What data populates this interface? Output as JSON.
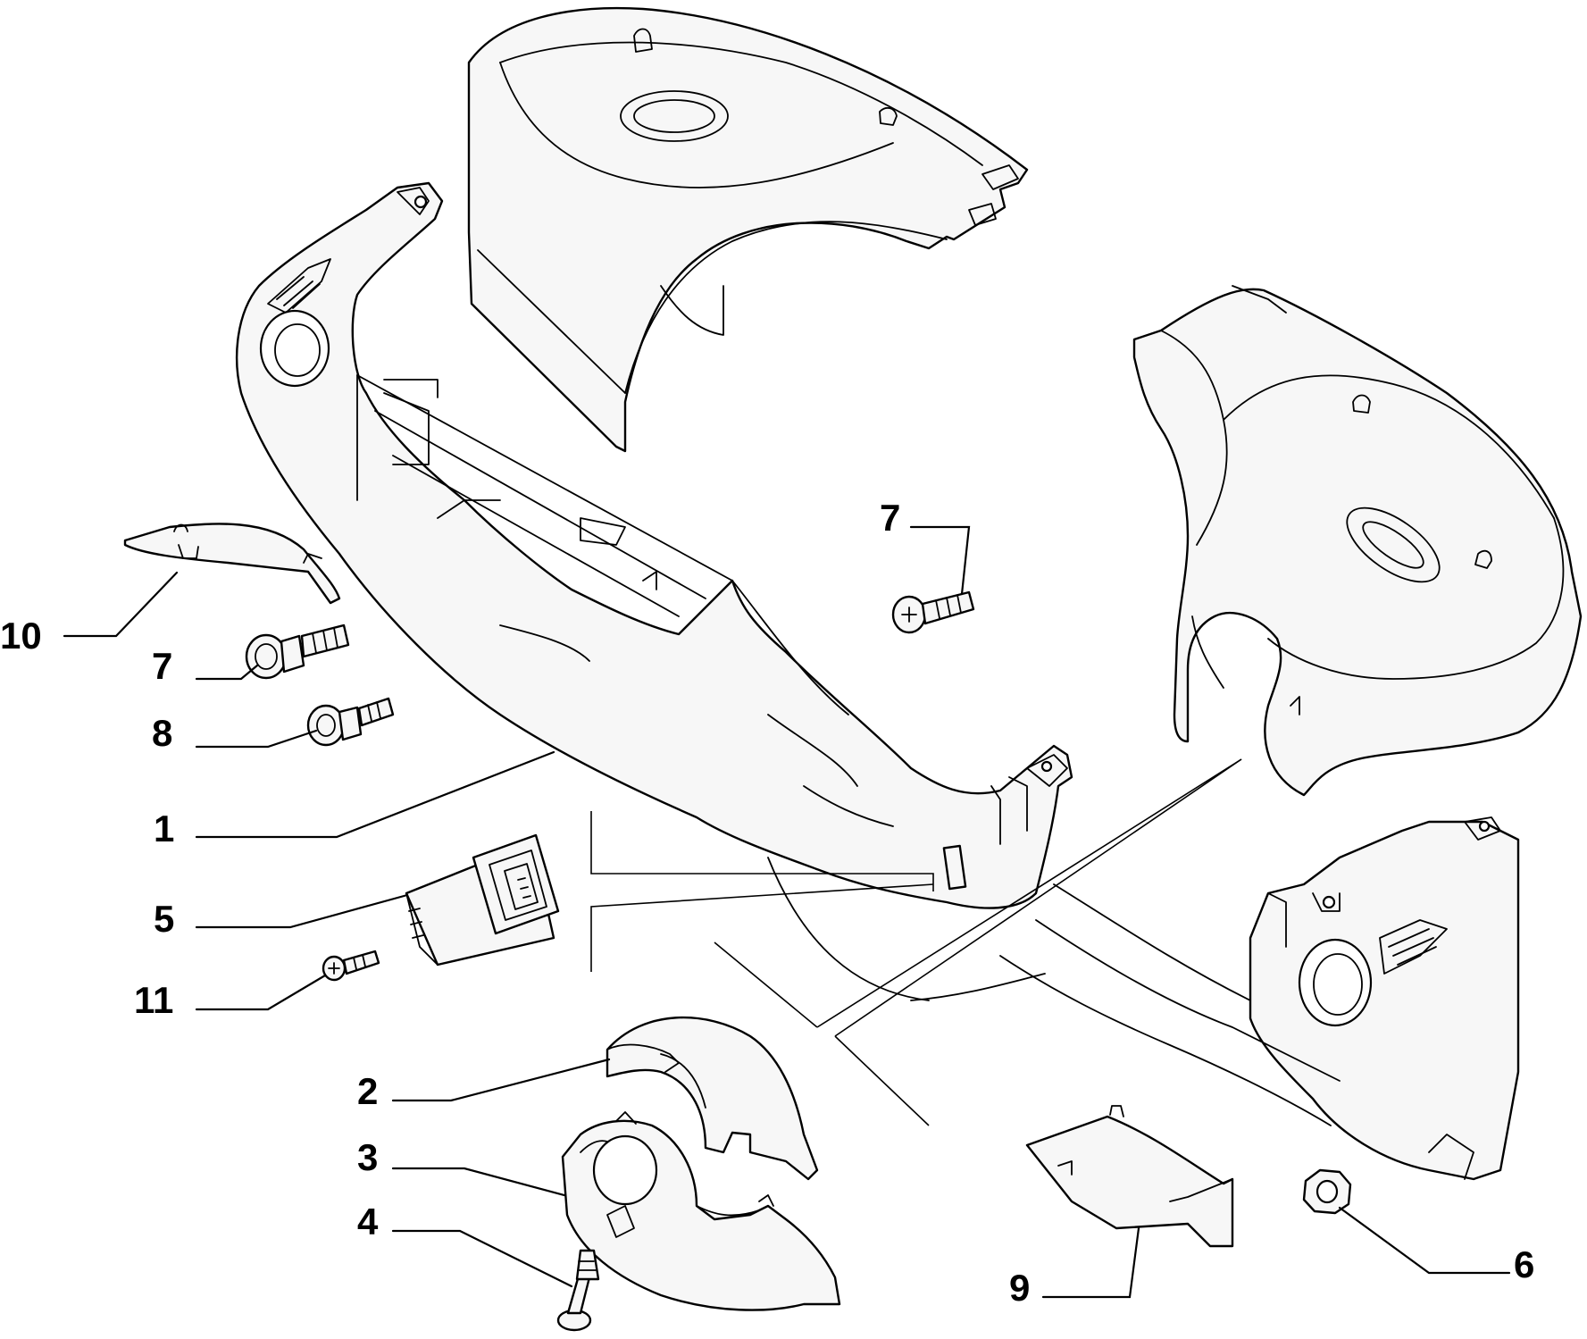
{
  "diagram": {
    "callouts": {
      "c1": "1",
      "c2": "2",
      "c3": "3",
      "c4": "4",
      "c5": "5",
      "c6": "6",
      "c7a": "7",
      "c7b": "7",
      "c8": "8",
      "c9": "9",
      "c10": "10",
      "c11": "11"
    }
  }
}
